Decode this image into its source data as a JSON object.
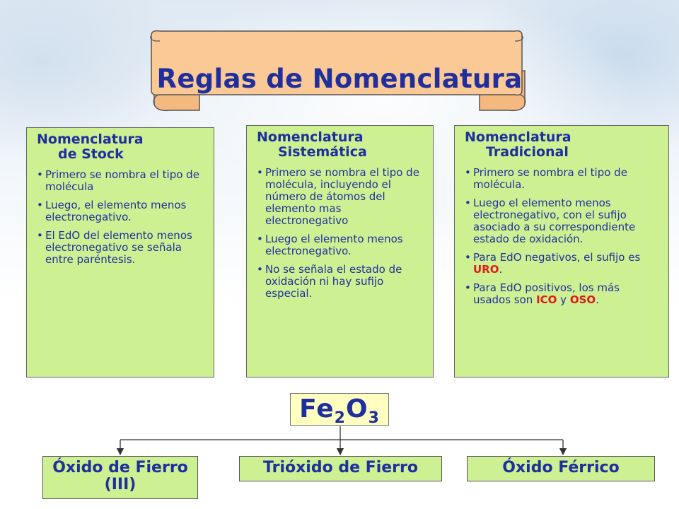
{
  "banner": {
    "title": "Reglas de Nomenclatura"
  },
  "columns": [
    {
      "title_line1": "Nomenclatura",
      "title_line2": "de Stock",
      "items": [
        [
          "Primero se nombra el tipo de molécula"
        ],
        [
          "Luego, el elemento menos electronegativo."
        ],
        [
          "El EdO del elemento menos electronegativo se señala entre paréntesis."
        ]
      ]
    },
    {
      "title_line1": "Nomenclatura",
      "title_line2": "Sistemática",
      "items": [
        [
          "Primero se nombra el tipo de molécula, incluyendo el número de átomos del elemento mas electronegativo"
        ],
        [
          "Luego el elemento menos electronegativo."
        ],
        [
          "No se señala el estado de oxidación ni hay sufijo especial."
        ]
      ]
    },
    {
      "title_line1": "Nomenclatura",
      "title_line2": "Tradicional",
      "items": [
        [
          "Primero se nombra el tipo de molécula."
        ],
        [
          "Luego el elemento menos electronegativo, con el sufijo asociado a su correspondiente estado de oxidación."
        ],
        [
          "Para EdO negativos, el sufijo es ",
          "URO",
          "."
        ],
        [
          "Para EdO positivos, los más usados son ",
          "ICO",
          " y ",
          "OSO",
          "."
        ]
      ]
    }
  ],
  "formula": {
    "fe": "Fe",
    "fe_sub": "2",
    "o": "O",
    "o_sub": "3"
  },
  "names": {
    "stock": "Óxido de Fierro (III)",
    "sistematica": "Trióxido de Fierro",
    "tradicional": "Óxido Férrico"
  },
  "colors": {
    "title_text": "#1f2f9e",
    "box_fill": "#cdf093",
    "formula_fill": "#ffffc0",
    "banner_fill": "#fbc995",
    "highlight": "#e01a1a"
  }
}
